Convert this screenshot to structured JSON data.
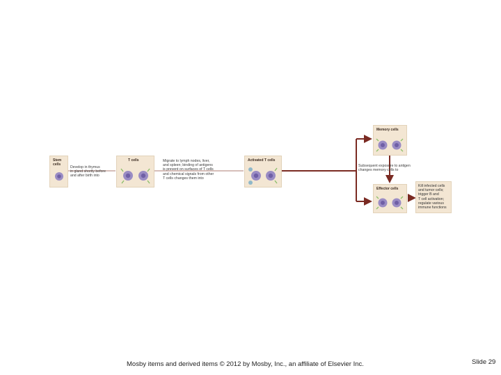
{
  "diagram": {
    "stem_box": {
      "title": "Stem\ncells"
    },
    "stem_desc": "Develop in thymus\nin gland shortly before\nand after birth into",
    "tcell_box": {
      "title": "T cells"
    },
    "tcell_desc": "Migrate to lymph nodes, liver,\nand spleen; binding of antigens\nis prevent on surfaces of T cells\nand chemical signals from other\nT cells changes them into",
    "activated_box": {
      "title": "Activated T cells"
    },
    "memory_box": {
      "title": "Memory cells"
    },
    "memory_desc": "Subsequent exposure to antigen\nchanges memory cells to",
    "effector_box": {
      "title": "Effector cells"
    },
    "effector_result": "Kill infected cells\nand tumor cells;\ntrigger B and\nT cell activation;\nregulate various\nimmune functions"
  },
  "colors": {
    "arrow": "#7a2a22",
    "box_fill": "#f3e6d3",
    "cell_purple": "#9a8cc4",
    "cell_green": "#8cbf6a"
  },
  "footer": {
    "credit": "Mosby items and derived items © 2012 by Mosby, Inc., an affiliate of Elsevier Inc.",
    "slide": "Slide 29"
  }
}
